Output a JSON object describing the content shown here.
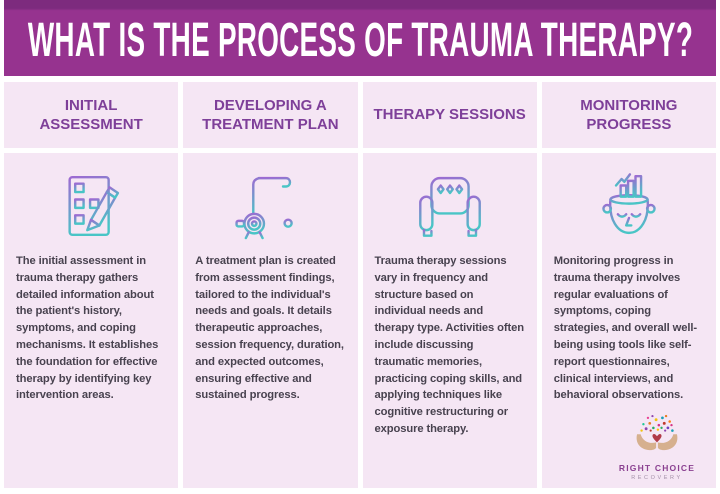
{
  "header": {
    "title": "WHAT IS THE PROCESS OF TRAUMA THERAPY?"
  },
  "columns": [
    {
      "title": "INITIAL ASSESSMENT",
      "icon": "assessment-checklist-pencil-icon",
      "body": "The initial assessment in trauma therapy gathers detailed information about the patient's history, symptoms, and coping mechanisms. It establishes the foundation for effective therapy by identifying key intervention areas."
    },
    {
      "title": "DEVELOPING A TREATMENT PLAN",
      "icon": "treatment-plan-scroll-seal-icon",
      "body": "A treatment plan is created from assessment findings, tailored to the individual's needs and goals. It details therapeutic approaches, session frequency, duration, and expected outcomes, ensuring effective and sustained progress."
    },
    {
      "title": "THERAPY SESSIONS",
      "icon": "therapy-armchair-icon",
      "body": "Trauma therapy sessions vary in frequency and structure based on individual needs and therapy type. Activities often include discussing traumatic memories, practicing coping skills, and applying techniques like cognitive restructuring or exposure therapy."
    },
    {
      "title": "MONITORING PROGRESS",
      "icon": "head-progress-chart-icon",
      "body": "Monitoring progress in trauma therapy involves regular evaluations of symptoms, coping strategies, and overall well-being using tools like self-report questionnaires, clinical interviews, and behavioral observations."
    }
  ],
  "logo": {
    "name": "RIGHT CHOICE",
    "subtitle": "RECOVERY",
    "icon": "hands-holding-confetti-heart-icon"
  },
  "colors": {
    "banner": "#96338f",
    "banner_top_stripe": "#7d2b7e",
    "card_background": "#f5e6f4",
    "title_text": "#7e3f99",
    "body_text": "#48424f",
    "icon_gradient_start": "#9d6ad2",
    "icon_gradient_end": "#49c5c6",
    "logo_hands": "#d6b08e",
    "logo_heart": "#b23a48"
  }
}
